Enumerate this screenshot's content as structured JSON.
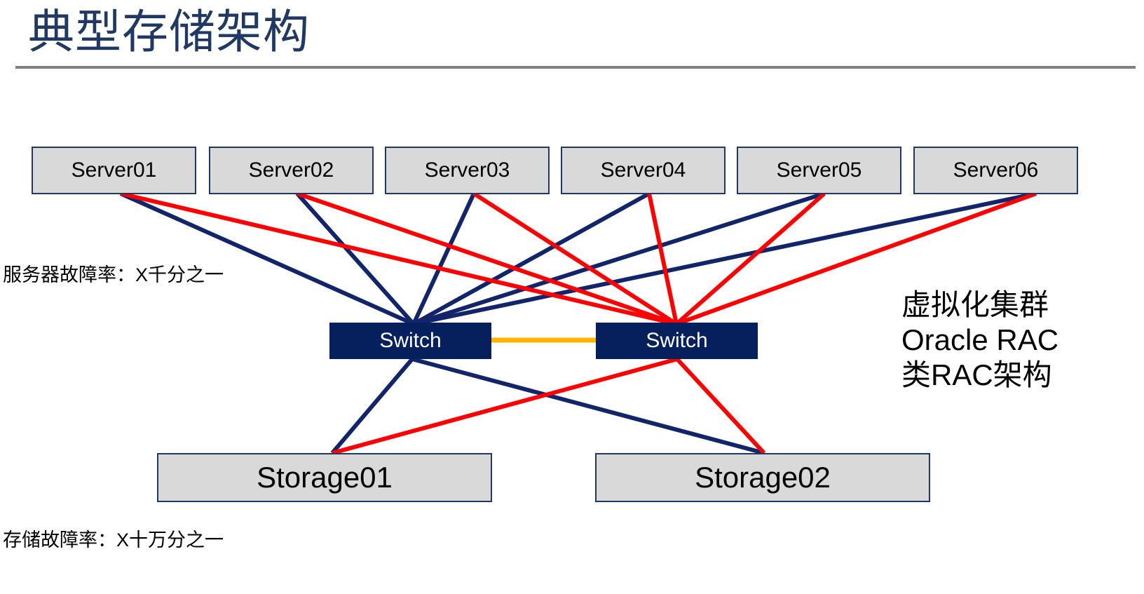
{
  "slide": {
    "title": "典型存储架构",
    "colors": {
      "title_navy": "#1F3864",
      "rule_gray": "#808080",
      "box_fill_gray": "#D9D9D9",
      "box_border_navy": "#1F3864",
      "switch_navy": "#06205E",
      "link_navy": "#12256B",
      "link_red": "#FF0000",
      "interconnect_orange": "#FFB400"
    }
  },
  "servers": [
    {
      "label": "Server01"
    },
    {
      "label": "Server02"
    },
    {
      "label": "Server03"
    },
    {
      "label": "Server04"
    },
    {
      "label": "Server05"
    },
    {
      "label": "Server06"
    }
  ],
  "switches": [
    {
      "label": "Switch"
    },
    {
      "label": "Switch"
    }
  ],
  "storages": [
    {
      "label": "Storage01"
    },
    {
      "label": "Storage02"
    }
  ],
  "annotations": {
    "server_failure_rate": "服务器故障率：X千分之一",
    "storage_failure_rate": "存储故障率：X十万分之一"
  },
  "cluster_note": {
    "line1": "虚拟化集群",
    "line2": "Oracle RAC",
    "line3": "类RAC架构"
  }
}
